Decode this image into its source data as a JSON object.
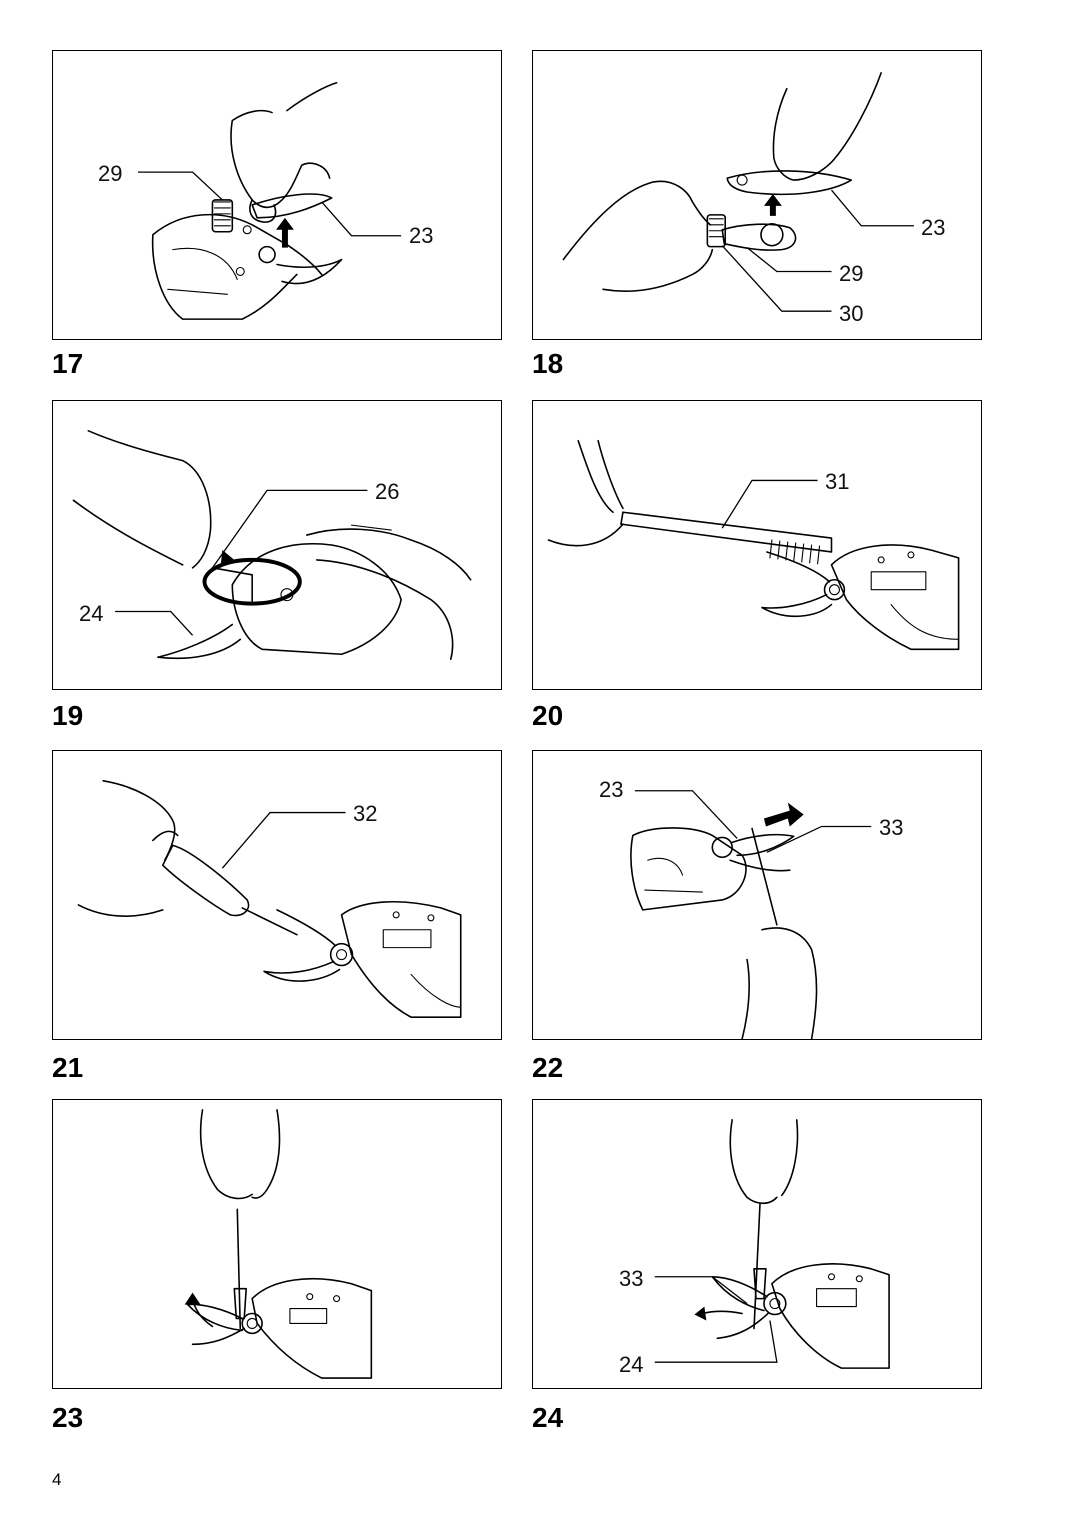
{
  "figures": [
    {
      "number": "17",
      "callouts": [
        "29",
        "23"
      ]
    },
    {
      "number": "18",
      "callouts": [
        "23",
        "29",
        "30"
      ]
    },
    {
      "number": "19",
      "callouts": [
        "26",
        "24"
      ]
    },
    {
      "number": "20",
      "callouts": [
        "31"
      ]
    },
    {
      "number": "21",
      "callouts": [
        "32"
      ]
    },
    {
      "number": "22",
      "callouts": [
        "23",
        "33"
      ]
    },
    {
      "number": "23",
      "callouts": []
    },
    {
      "number": "24",
      "callouts": [
        "33",
        "24"
      ]
    }
  ],
  "page_number": "4"
}
